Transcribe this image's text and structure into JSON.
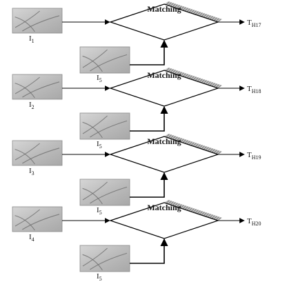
{
  "stages": [
    {
      "input_a": {
        "main": "I",
        "sub": "1"
      },
      "input_b": {
        "main": "I",
        "sub": "5"
      },
      "process": "Matching",
      "output": {
        "main": "T",
        "sub": "H17"
      }
    },
    {
      "input_a": {
        "main": "I",
        "sub": "2"
      },
      "input_b": {
        "main": "I",
        "sub": "5"
      },
      "process": "Matching",
      "output": {
        "main": "T",
        "sub": "H18"
      }
    },
    {
      "input_a": {
        "main": "I",
        "sub": "3"
      },
      "input_b": {
        "main": "I",
        "sub": "5"
      },
      "process": "Matching",
      "output": {
        "main": "T",
        "sub": "H19"
      }
    },
    {
      "input_a": {
        "main": "I",
        "sub": "4"
      },
      "input_b": {
        "main": "I",
        "sub": "5"
      },
      "process": "Matching",
      "output": {
        "main": "T",
        "sub": "H20"
      }
    }
  ],
  "colors": {
    "line": "#000000",
    "image_fill": "#bdbdbd",
    "image_stroke": "#8a8a8a",
    "shadow": "#9a9a9a"
  }
}
